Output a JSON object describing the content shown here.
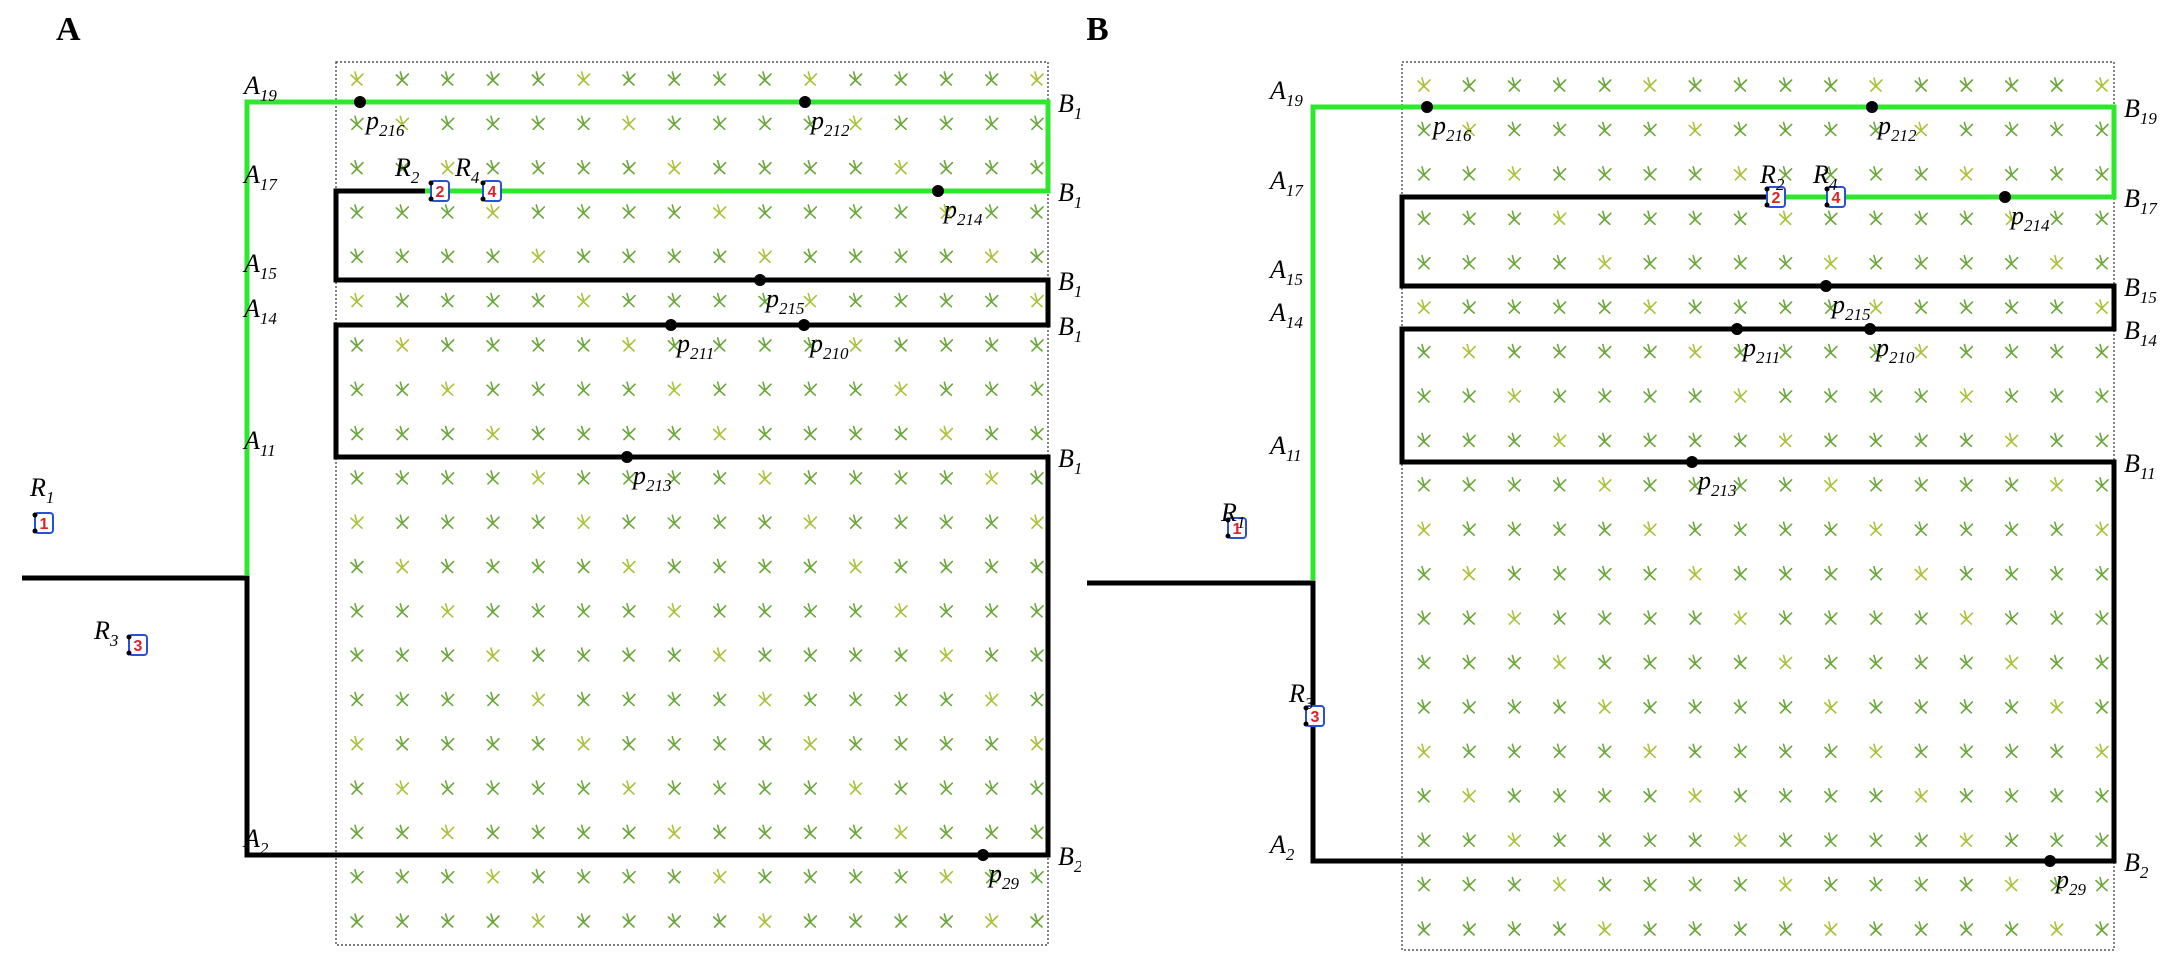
{
  "colors": {
    "path": "#000000",
    "highlight": "#2ee82e",
    "crop": "#6aa63a",
    "crop_alt": "#a8c23a",
    "robot_red": "#e0202a",
    "robot_blue": "#2a4fd8"
  },
  "panels": [
    {
      "id": "A",
      "letter": "A",
      "rows_left": [
        {
          "letter": "A",
          "sub": "19"
        },
        {
          "letter": "A",
          "sub": "17"
        },
        {
          "letter": "A",
          "sub": "15"
        },
        {
          "letter": "A",
          "sub": "14"
        },
        {
          "letter": "A",
          "sub": "11"
        },
        {
          "letter": "A",
          "sub": "2"
        }
      ],
      "rows_right": [
        {
          "letter": "B",
          "sub": "1"
        },
        {
          "letter": "B",
          "sub": "1"
        },
        {
          "letter": "B",
          "sub": "1"
        },
        {
          "letter": "B",
          "sub": "1"
        },
        {
          "letter": "B",
          "sub": "1"
        },
        {
          "letter": "B",
          "sub": "2"
        }
      ],
      "points": [
        {
          "letter": "p",
          "sub": "216"
        },
        {
          "letter": "p",
          "sub": "212"
        },
        {
          "letter": "p",
          "sub": "214"
        },
        {
          "letter": "p",
          "sub": "215"
        },
        {
          "letter": "p",
          "sub": "211"
        },
        {
          "letter": "p",
          "sub": "210"
        },
        {
          "letter": "p",
          "sub": "213"
        },
        {
          "letter": "p",
          "sub": "29"
        }
      ],
      "robots": [
        {
          "letter": "R",
          "sub": "1",
          "mark": "1"
        },
        {
          "letter": "R",
          "sub": "2",
          "mark": "2"
        },
        {
          "letter": "R",
          "sub": "3",
          "mark": "3"
        },
        {
          "letter": "R",
          "sub": "4",
          "mark": "4"
        }
      ]
    },
    {
      "id": "B",
      "letter": "B",
      "rows_left": [
        {
          "letter": "A",
          "sub": "19"
        },
        {
          "letter": "A",
          "sub": "17"
        },
        {
          "letter": "A",
          "sub": "15"
        },
        {
          "letter": "A",
          "sub": "14"
        },
        {
          "letter": "A",
          "sub": "11"
        },
        {
          "letter": "A",
          "sub": "2"
        }
      ],
      "rows_right": [
        {
          "letter": "B",
          "sub": "19"
        },
        {
          "letter": "B",
          "sub": "17"
        },
        {
          "letter": "B",
          "sub": "15"
        },
        {
          "letter": "B",
          "sub": "14"
        },
        {
          "letter": "B",
          "sub": "11"
        },
        {
          "letter": "B",
          "sub": "2"
        }
      ],
      "points": [
        {
          "letter": "p",
          "sub": "216"
        },
        {
          "letter": "p",
          "sub": "212"
        },
        {
          "letter": "p",
          "sub": "214"
        },
        {
          "letter": "p",
          "sub": "215"
        },
        {
          "letter": "p",
          "sub": "211"
        },
        {
          "letter": "p",
          "sub": "210"
        },
        {
          "letter": "p",
          "sub": "213"
        },
        {
          "letter": "p",
          "sub": "29"
        }
      ],
      "robots": [
        {
          "letter": "R",
          "sub": "1",
          "mark": "1"
        },
        {
          "letter": "R",
          "sub": "2",
          "mark": "2"
        },
        {
          "letter": "R",
          "sub": "3",
          "mark": "3"
        },
        {
          "letter": "R",
          "sub": "4",
          "mark": "4"
        }
      ]
    }
  ]
}
